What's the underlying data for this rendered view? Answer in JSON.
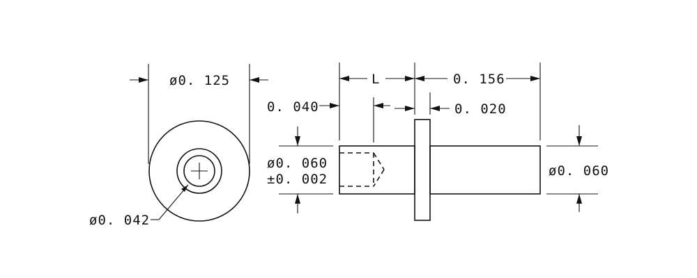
{
  "labels": {
    "end_view_outer_dia": "ø0. 125",
    "end_view_inner_dia": "ø0. 042",
    "length": "L",
    "flange_to_end": "0. 156",
    "shoulder": "0. 040",
    "flange_thickness": "0. 020",
    "left_dia_value": "ø0. 060",
    "left_dia_tolerance": "±0. 002",
    "right_dia": "ø0. 060"
  }
}
